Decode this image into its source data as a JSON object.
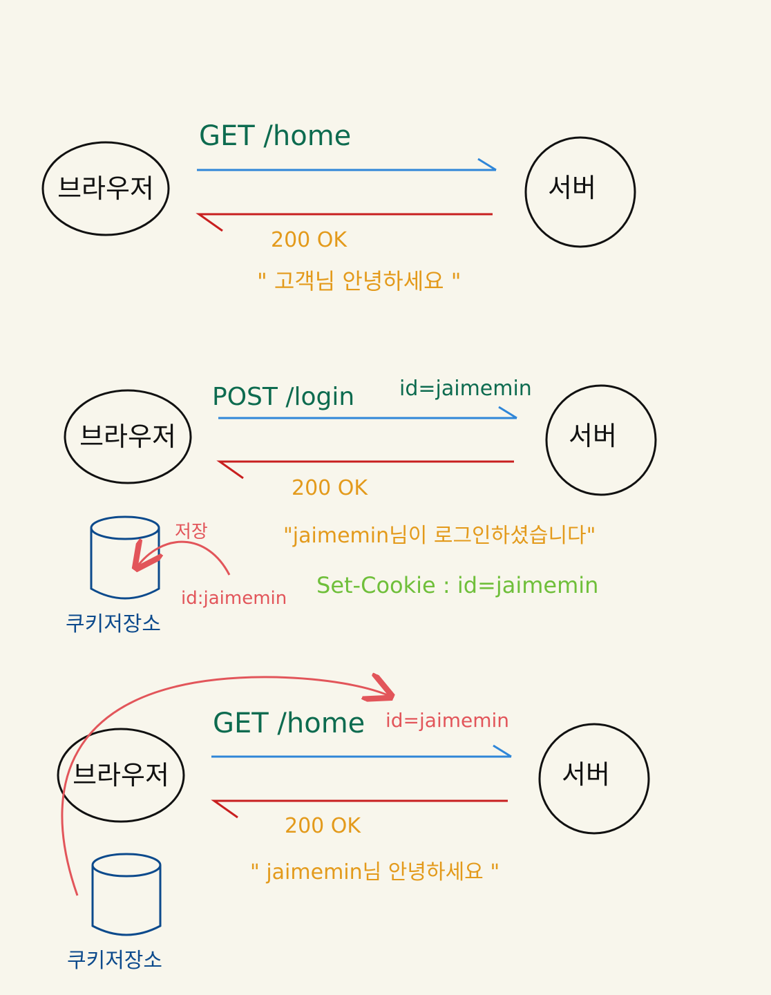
{
  "colors": {
    "background": "#f8f6ec",
    "request_arrow": "#2f86d8",
    "response_arrow": "#c81f1f",
    "request_text": "#0d6b4f",
    "response_text": "#e39a1b",
    "cookie_text": "#e2555a",
    "set_cookie_text": "#6fbf3a",
    "storage": "#0c4a8c"
  },
  "scene1": {
    "browser": "브라우저",
    "server": "서버",
    "request": "GET /home",
    "response_status": "200 OK",
    "response_body": "\" 고객님 안녕하세요 \""
  },
  "scene2": {
    "browser": "브라우저",
    "server": "서버",
    "request": "POST /login",
    "request_param": "id=jaimemin",
    "response_status": "200 OK",
    "response_body": "\"jaimemin님이 로그인하셨습니다\"",
    "set_cookie": "Set-Cookie : id=jaimemin",
    "store_label": "저장",
    "stored_value": "id:jaimemin",
    "storage_label": "쿠키저장소"
  },
  "scene3": {
    "browser": "브라우저",
    "server": "서버",
    "request": "GET /home",
    "cookie": "id=jaimemin",
    "response_status": "200 OK",
    "response_body": "\" jaimemin님 안녕하세요 \"",
    "storage_label": "쿠키저장소"
  }
}
